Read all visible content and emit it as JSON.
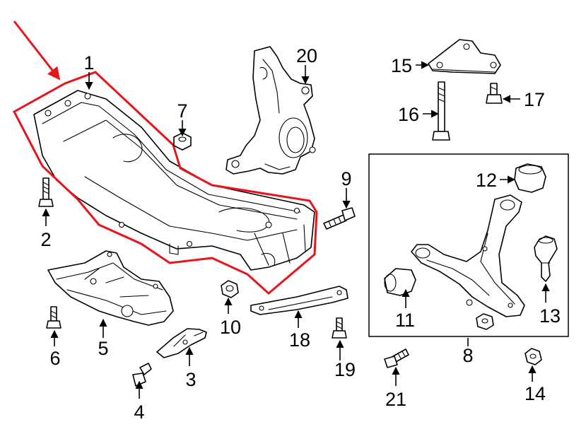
{
  "callouts": [
    {
      "id": "1",
      "label": "1"
    },
    {
      "id": "2",
      "label": "2"
    },
    {
      "id": "3",
      "label": "3"
    },
    {
      "id": "4",
      "label": "4"
    },
    {
      "id": "5",
      "label": "5"
    },
    {
      "id": "6",
      "label": "6"
    },
    {
      "id": "7",
      "label": "7"
    },
    {
      "id": "8",
      "label": "8"
    },
    {
      "id": "9",
      "label": "9"
    },
    {
      "id": "10",
      "label": "10"
    },
    {
      "id": "11",
      "label": "11"
    },
    {
      "id": "12",
      "label": "12"
    },
    {
      "id": "13",
      "label": "13"
    },
    {
      "id": "14",
      "label": "14"
    },
    {
      "id": "15",
      "label": "15"
    },
    {
      "id": "16",
      "label": "16"
    },
    {
      "id": "17",
      "label": "17"
    },
    {
      "id": "18",
      "label": "18"
    },
    {
      "id": "19",
      "label": "19"
    },
    {
      "id": "20",
      "label": "20"
    },
    {
      "id": "21",
      "label": "21"
    }
  ],
  "colors": {
    "highlight": "#e8141b",
    "line": "#000000",
    "background": "#ffffff"
  },
  "highlighted_part": "1"
}
